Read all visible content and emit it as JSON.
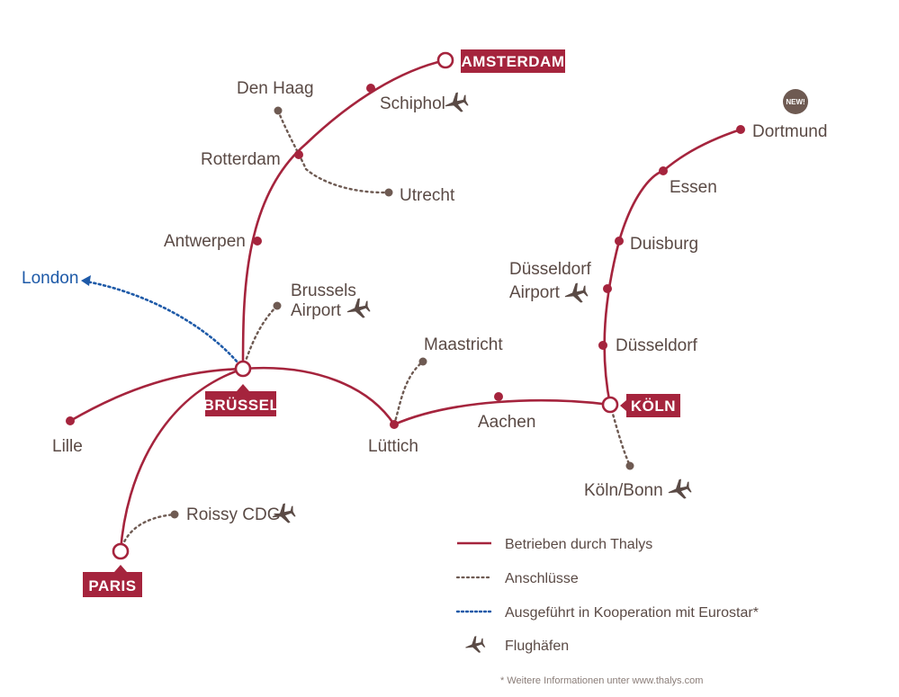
{
  "colors": {
    "thalys": "#a5243d",
    "connection": "#6e5a52",
    "eurostar": "#1e5aa8",
    "text": "#5a4a45"
  },
  "stations": {
    "amsterdam": "AMSTERDAM",
    "schiphol": "Schiphol",
    "den_haag": "Den Haag",
    "rotterdam": "Rotterdam",
    "utrecht": "Utrecht",
    "antwerpen": "Antwerpen",
    "london": "London",
    "brussels_airport_line1": "Brussels",
    "brussels_airport_line2": "Airport",
    "bruessel": "BRÜSSEL",
    "lille": "Lille",
    "maastricht": "Maastricht",
    "luettich": "Lüttich",
    "aachen": "Aachen",
    "koeln": "KÖLN",
    "koeln_bonn": "Köln/Bonn",
    "duesseldorf": "Düsseldorf",
    "duesseldorf_airport_line1": "Düsseldorf",
    "duesseldorf_airport_line2": "Airport",
    "duisburg": "Duisburg",
    "essen": "Essen",
    "dortmund": "Dortmund",
    "roissy": "Roissy CDG",
    "paris": "PARIS"
  },
  "badge_new": "NEW!",
  "icons": {
    "airport": "airplane-icon"
  },
  "legend": {
    "thalys": "Betrieben durch Thalys",
    "connections": "Anschlüsse",
    "eurostar": "Ausgeführt in Kooperation mit Eurostar*",
    "airports": "Flughäfen"
  },
  "footnote": "* Weitere Informationen unter www.thalys.com"
}
